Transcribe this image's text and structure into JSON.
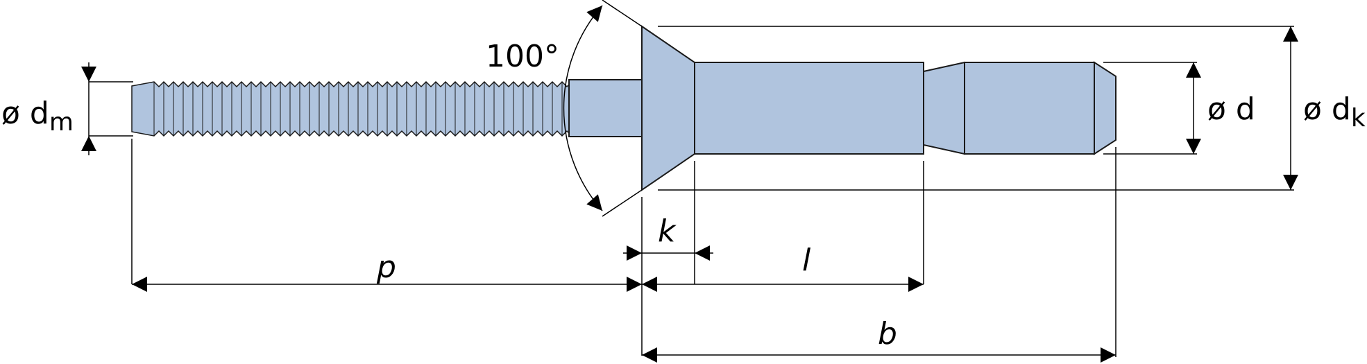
{
  "labels": {
    "angle": "100°",
    "mandrel_dia_symbol": "ø d",
    "mandrel_dia_sub": "m",
    "body_dia": "ø d",
    "head_dia_symbol": "ø d",
    "head_dia_sub": "k",
    "head_height": "k",
    "body_length": "l",
    "total_length": "b",
    "mandrel_protrusion": "p"
  },
  "colors": {
    "fill": "#b0c4de",
    "stroke": "#1a1a1a"
  }
}
